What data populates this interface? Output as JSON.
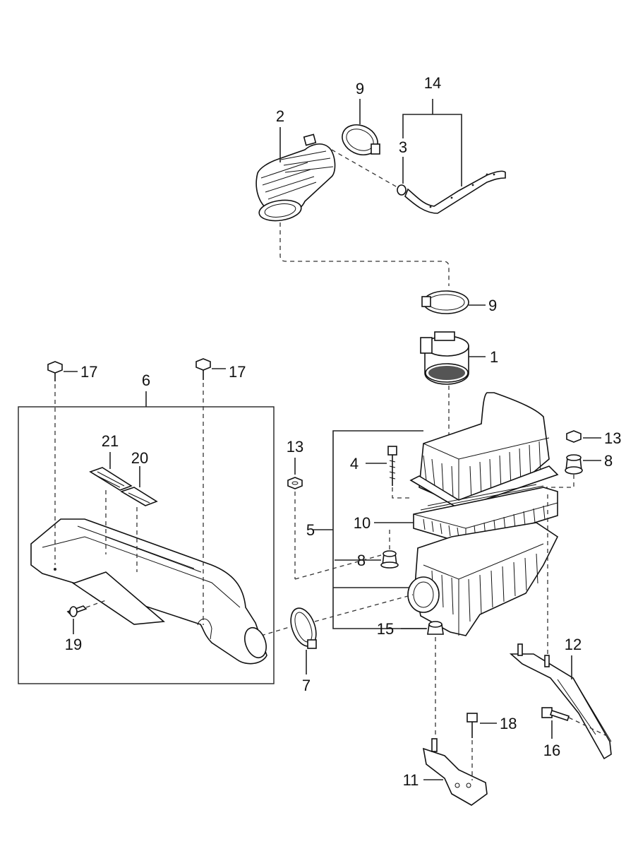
{
  "callouts": {
    "c1": "1",
    "c2": "2",
    "c3": "3",
    "c4": "4",
    "c5": "5",
    "c6": "6",
    "c7": "7",
    "c8a": "8",
    "c8b": "8",
    "c9a": "9",
    "c9b": "9",
    "c10": "10",
    "c11": "11",
    "c12": "12",
    "c13a": "13",
    "c13b": "13",
    "c14": "14",
    "c15": "15",
    "c16": "16",
    "c17a": "17",
    "c17b": "17",
    "c18": "18",
    "c19": "19",
    "c20": "20",
    "c21": "21"
  }
}
